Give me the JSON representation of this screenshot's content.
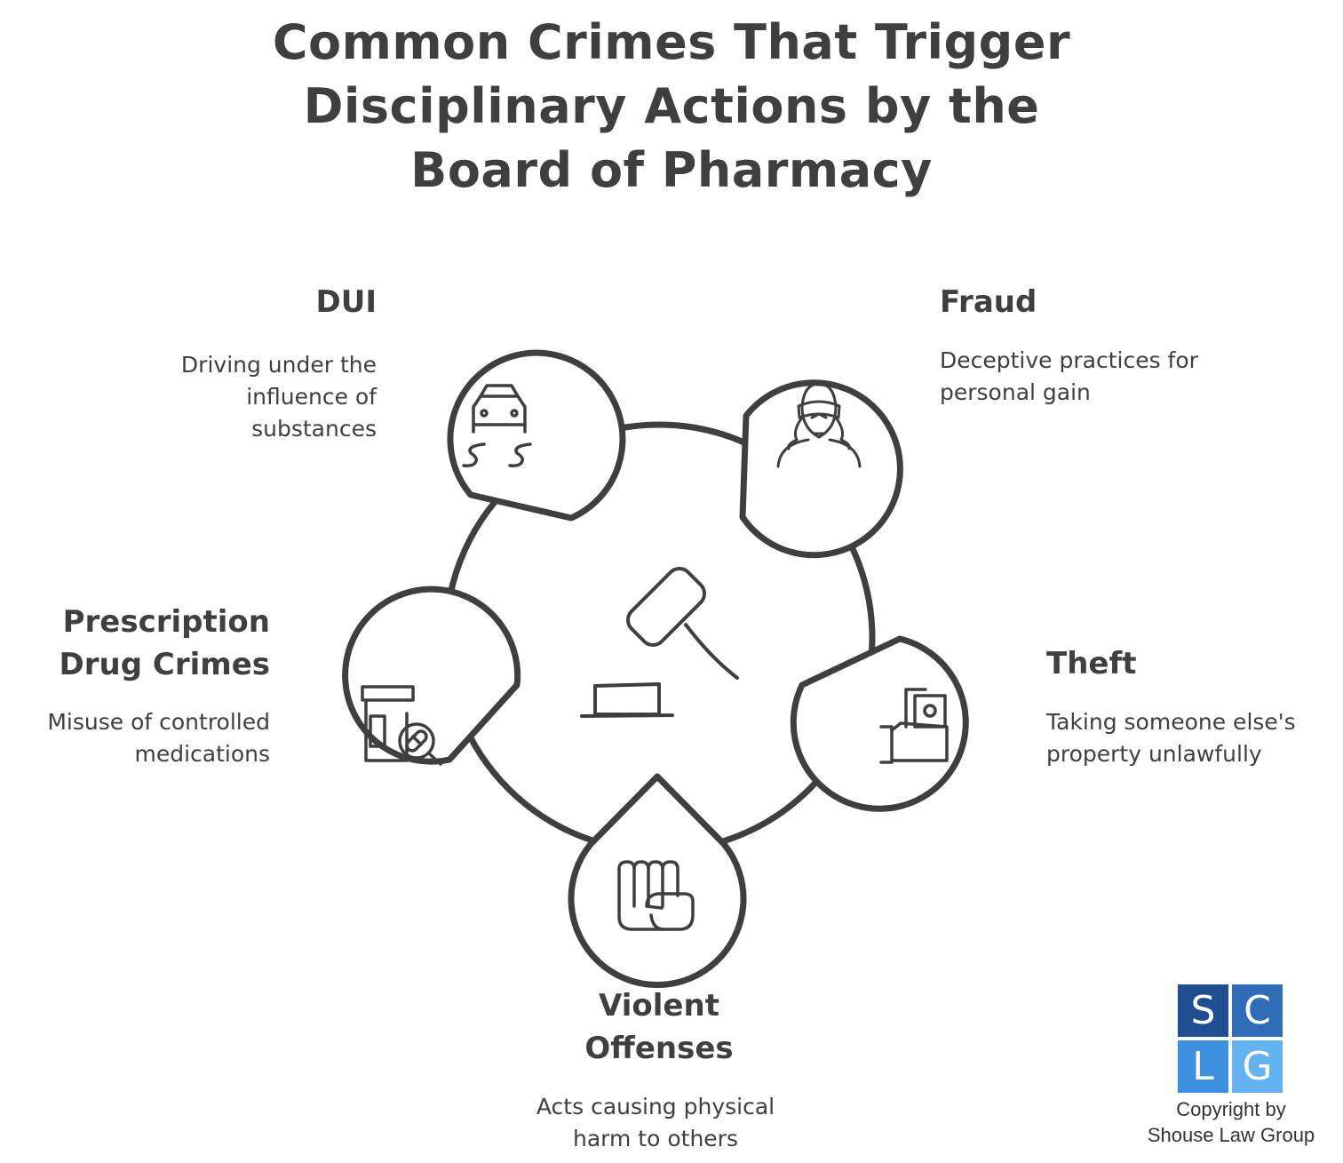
{
  "title": {
    "line1": "Common Crimes That Trigger",
    "line2": "Disciplinary Actions by the",
    "line3": "Board of Pharmacy"
  },
  "items": {
    "dui": {
      "label": "DUI",
      "desc1": "Driving under the",
      "desc2": "influence of",
      "desc3": "substances",
      "icon": "car-skid-icon"
    },
    "fraud": {
      "label": "Fraud",
      "desc1": "Deceptive practices for",
      "desc2": "personal gain",
      "icon": "masked-person-icon"
    },
    "prescription": {
      "label1": "Prescription",
      "label2": "Drug Crimes",
      "desc1": "Misuse of controlled",
      "desc2": "medications",
      "icon": "pill-bottle-magnifier-icon"
    },
    "theft": {
      "label": "Theft",
      "desc1": "Taking someone else's",
      "desc2": "property unlawfully",
      "icon": "hand-holding-money-icon"
    },
    "violent": {
      "label1": "Violent",
      "label2": "Offenses",
      "desc1": "Acts causing physical",
      "desc2": "harm to others",
      "icon": "fist-icon"
    }
  },
  "center_icon": "gavel-icon",
  "logo": {
    "s": "S",
    "c": "C",
    "l": "L",
    "g": "G",
    "colors": [
      "#1f4f91",
      "#2f6db8",
      "#3d8fe0",
      "#62b3f0"
    ]
  },
  "copyright": {
    "line1": "Copyright by",
    "line2": "Shouse Law Group"
  }
}
